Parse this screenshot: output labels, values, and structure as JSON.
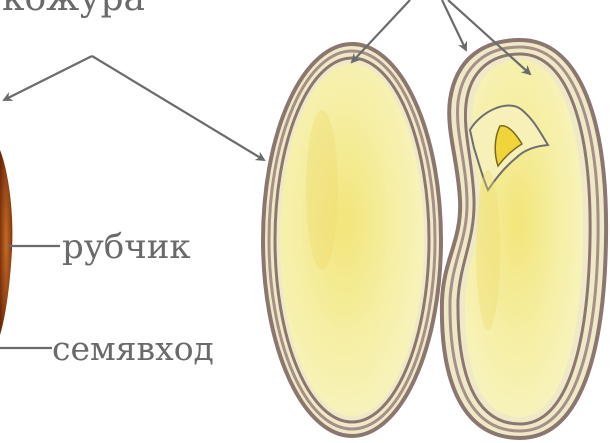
{
  "labels": {
    "top_label": "кожура",
    "hilum": "рубчик",
    "micropyle": "семявход"
  },
  "colors": {
    "seed_coat": "#8c7770",
    "cotyledon": "#f7f2b0",
    "cotyledon_center": "#f2e57a",
    "embryo": "#f0d33a",
    "edge_brown": "#8a3c12",
    "line": "#7a7a7a",
    "text": "#6a6a6a"
  }
}
